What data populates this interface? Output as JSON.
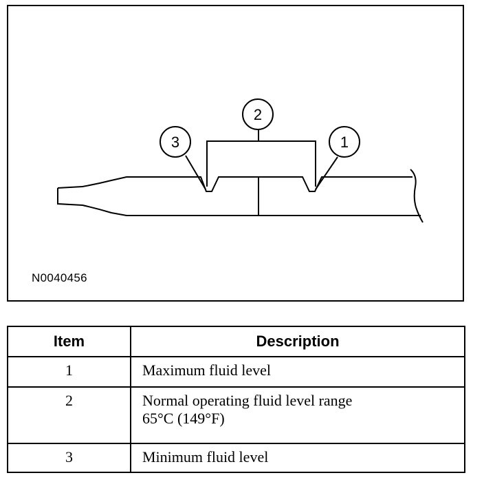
{
  "figure": {
    "id": "N0040456",
    "callouts": [
      "1",
      "2",
      "3"
    ]
  },
  "table": {
    "headers": {
      "item": "Item",
      "description": "Description"
    },
    "rows": [
      {
        "item": "1",
        "description": [
          "Maximum fluid level"
        ]
      },
      {
        "item": "2",
        "description": [
          "Normal operating fluid level range",
          "65°C (149°F)"
        ]
      },
      {
        "item": "3",
        "description": [
          "Minimum fluid level"
        ]
      }
    ]
  }
}
